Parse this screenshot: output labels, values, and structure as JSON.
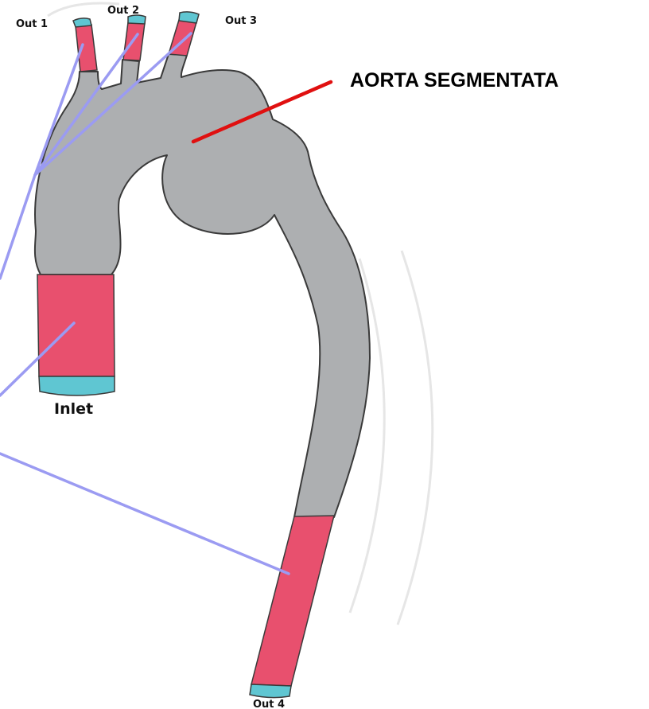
{
  "labels": {
    "out1": "Out 1",
    "out2": "Out 2",
    "out3": "Out 3",
    "out4": "Out 4",
    "inlet": "Inlet",
    "title": "AORTA SEGMENTATA"
  },
  "colors": {
    "vessel_gray": "#adafb1",
    "vessel_outline": "#3a3a3a",
    "segment_red": "#e8506e",
    "cap_cyan": "#5fc6d2",
    "leader_purple": "#9b9bf2",
    "pointer_red": "#e01010",
    "watermark": "#e6e6e6"
  }
}
